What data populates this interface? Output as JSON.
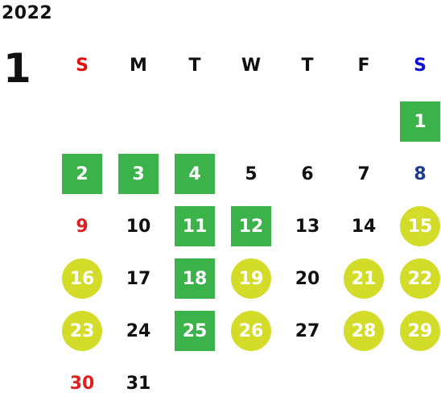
{
  "year": "2022",
  "month": "1",
  "weekdays": [
    "S",
    "M",
    "T",
    "W",
    "T",
    "F",
    "S"
  ],
  "weeks": [
    [
      {
        "day": ""
      },
      {
        "day": ""
      },
      {
        "day": ""
      },
      {
        "day": ""
      },
      {
        "day": ""
      },
      {
        "day": ""
      },
      {
        "day": "1",
        "mark": "green"
      }
    ],
    [
      {
        "day": "2",
        "mark": "green"
      },
      {
        "day": "3",
        "mark": "green"
      },
      {
        "day": "4",
        "mark": "green"
      },
      {
        "day": "5"
      },
      {
        "day": "6"
      },
      {
        "day": "7"
      },
      {
        "day": "8"
      }
    ],
    [
      {
        "day": "9"
      },
      {
        "day": "10"
      },
      {
        "day": "11",
        "mark": "green"
      },
      {
        "day": "12",
        "mark": "green"
      },
      {
        "day": "13"
      },
      {
        "day": "14"
      },
      {
        "day": "15",
        "mark": "yellow"
      }
    ],
    [
      {
        "day": "16",
        "mark": "yellow"
      },
      {
        "day": "17"
      },
      {
        "day": "18",
        "mark": "green"
      },
      {
        "day": "19",
        "mark": "yellow"
      },
      {
        "day": "20"
      },
      {
        "day": "21",
        "mark": "yellow"
      },
      {
        "day": "22",
        "mark": "yellow"
      }
    ],
    [
      {
        "day": "23",
        "mark": "yellow"
      },
      {
        "day": "24"
      },
      {
        "day": "25",
        "mark": "green"
      },
      {
        "day": "26",
        "mark": "yellow"
      },
      {
        "day": "27"
      },
      {
        "day": "28",
        "mark": "yellow"
      },
      {
        "day": "29",
        "mark": "yellow"
      }
    ],
    [
      {
        "day": "30"
      },
      {
        "day": "31"
      },
      {
        "day": ""
      },
      {
        "day": ""
      },
      {
        "day": ""
      },
      {
        "day": ""
      },
      {
        "day": ""
      }
    ]
  ],
  "colors": {
    "green_marker": "#3cb24a",
    "yellow_marker": "#d4dc2a",
    "sunday_text": "#e02020",
    "saturday_text": "#1f3a93",
    "sunday_header": "#e01010",
    "saturday_header": "#1010d0"
  }
}
